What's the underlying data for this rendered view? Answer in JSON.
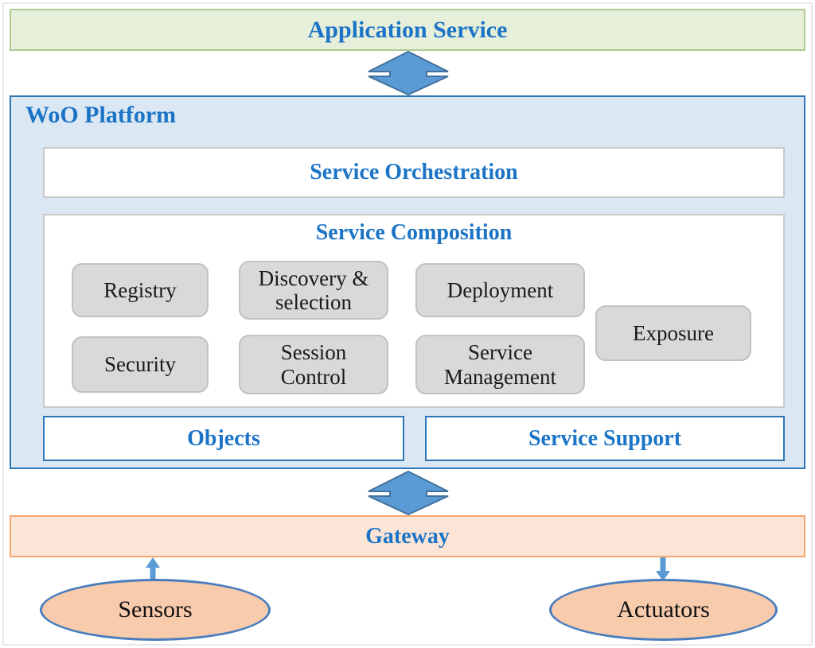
{
  "colors": {
    "heading_blue": "#1b74c6",
    "green_fill": "#e6efda",
    "green_border": "#aecb92",
    "platform_fill": "#dbe8f4",
    "platform_border": "#2e75b6",
    "panel_border": "#c9c9c9",
    "chip_fill": "#d9d9d9",
    "chip_border": "#c2c2c2",
    "chip_text": "#1a1a1a",
    "arrow_fill": "#5b9bd5",
    "arrow_stroke": "#41719c",
    "gateway_fill": "#fce4d6",
    "gateway_border": "#f4a76f",
    "ellipse_fill": "#f8cbad",
    "ellipse_border": "#4a7ebd"
  },
  "diagram": {
    "application_service": {
      "label": "Application Service"
    },
    "platform": {
      "title": "WoO Platform",
      "orchestration": {
        "label": "Service Orchestration"
      },
      "composition": {
        "title": "Service Composition",
        "modules": [
          {
            "label": "Registry"
          },
          {
            "label": "Discovery & selection"
          },
          {
            "label": "Deployment"
          },
          {
            "label": "Exposure"
          },
          {
            "label": "Security"
          },
          {
            "label": "Session Control"
          },
          {
            "label": "Service Management"
          }
        ]
      },
      "objects": {
        "label": "Objects"
      },
      "service_support": {
        "label": "Service Support"
      }
    },
    "gateway": {
      "label": "Gateway"
    },
    "devices": {
      "sensors": {
        "label": "Sensors"
      },
      "actuators": {
        "label": "Actuators"
      }
    }
  }
}
